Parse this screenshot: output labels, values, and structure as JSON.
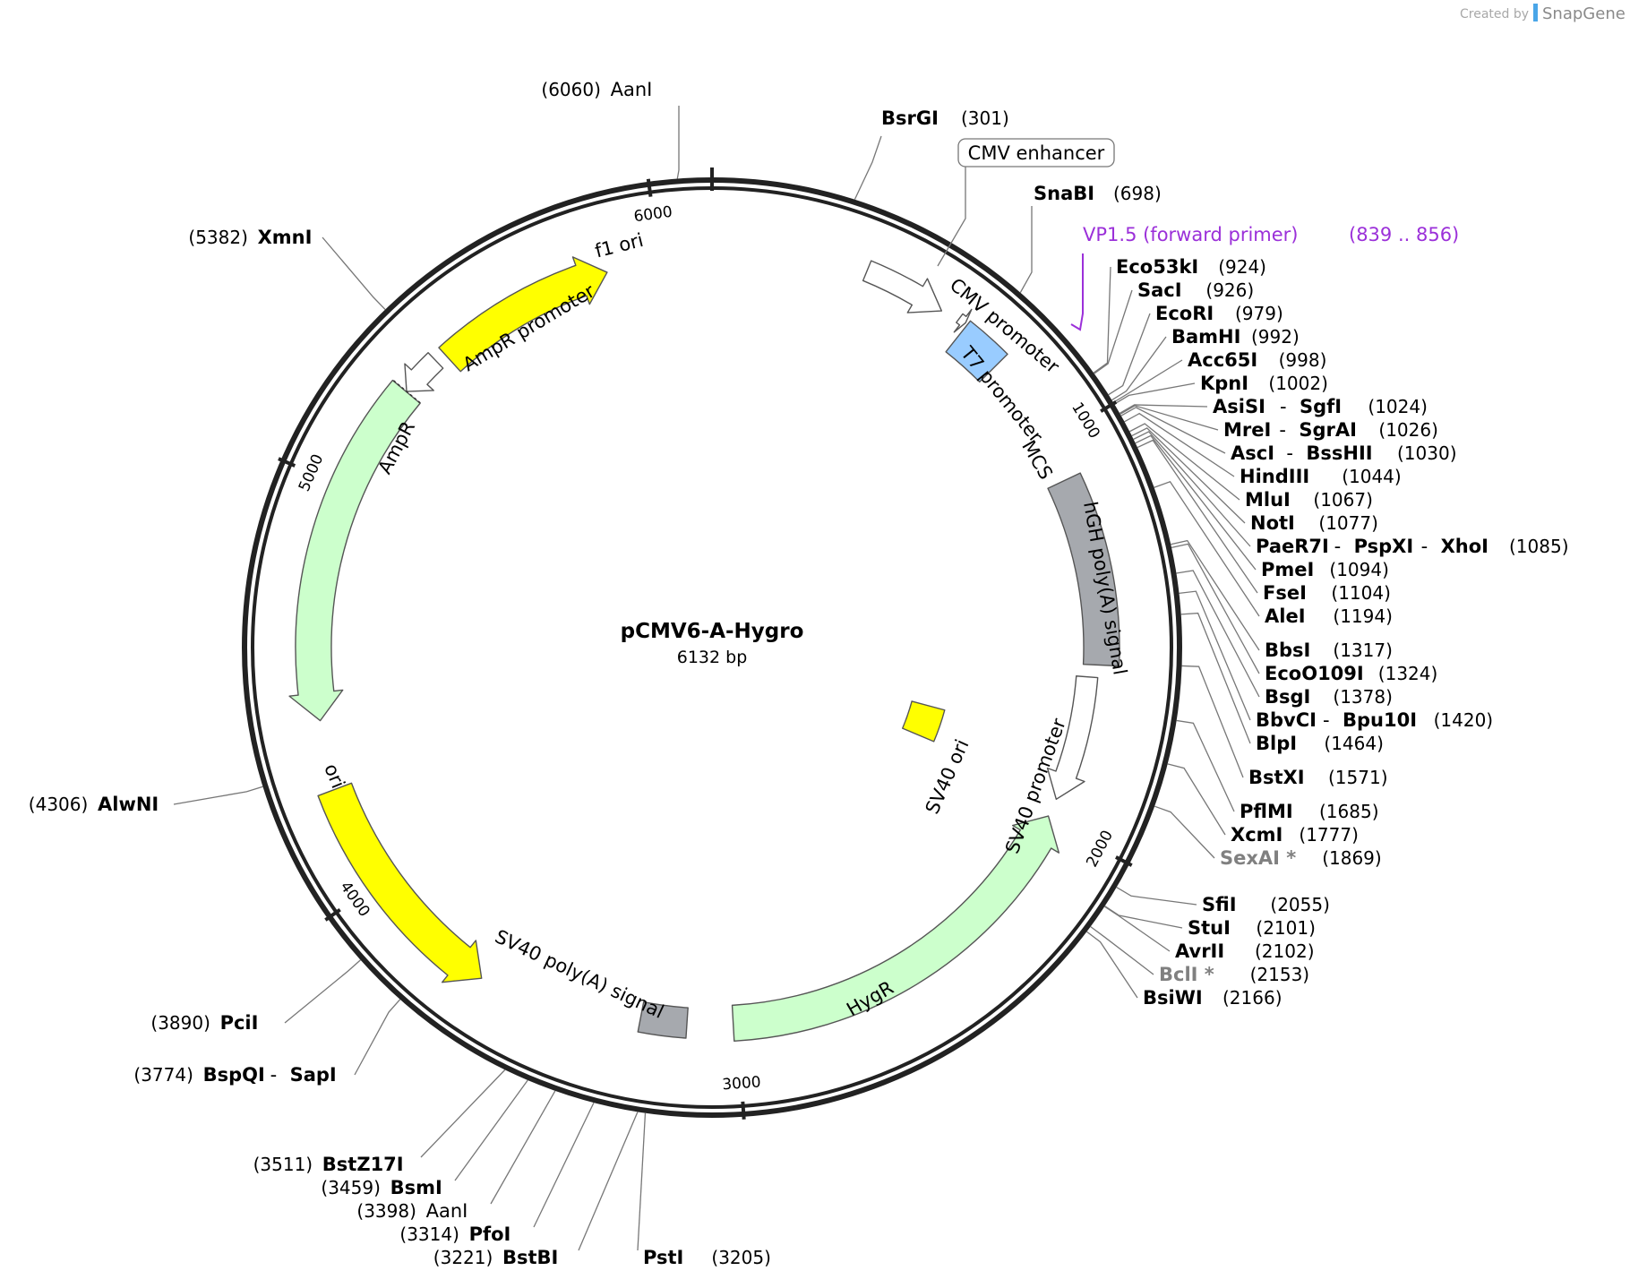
{
  "credit": {
    "created_by": "Created by",
    "brand": "SnapGene"
  },
  "plasmid": {
    "name": "pCMV6-A-Hygro",
    "size_label": "6132 bp",
    "length": 6132
  },
  "ticks": [
    {
      "pos": 1000,
      "label": "1000"
    },
    {
      "pos": 2000,
      "label": "2000"
    },
    {
      "pos": 3000,
      "label": "3000"
    },
    {
      "pos": 4000,
      "label": "4000"
    },
    {
      "pos": 5000,
      "label": "5000"
    },
    {
      "pos": 6000,
      "label": "6000"
    }
  ],
  "features": [
    {
      "name": "CMV enhancer",
      "start": 1,
      "end": 380,
      "shape": "boxed-label"
    },
    {
      "name": "CMV promoter",
      "start": 381,
      "end": 584,
      "shape": "arrow",
      "color": "#ffffff"
    },
    {
      "name": "T7 promoter",
      "start": 629,
      "end": 647,
      "shape": "arrow",
      "color": "#ffffff"
    },
    {
      "name": "MCS",
      "start": 653,
      "end": 770,
      "shape": "box",
      "color": "#99ccff"
    },
    {
      "name": "hGH poly(A) signal",
      "start": 1101,
      "end": 1577,
      "shape": "box",
      "color": "#a6a9ae"
    },
    {
      "name": "SV40 promoter",
      "start": 1609,
      "end": 1938,
      "shape": "arrow",
      "color": "#ffffff"
    },
    {
      "name": "SV40 ori",
      "start": 1789,
      "end": 1924,
      "shape": "box",
      "color": "#ffff00"
    },
    {
      "name": "HygR",
      "start": 1986,
      "end": 3011,
      "shape": "arrow",
      "color": "#ccffcc"
    },
    {
      "name": "SV40 poly(A) signal",
      "start": 3131,
      "end": 3252,
      "shape": "box",
      "color": "#a6a9ae"
    },
    {
      "name": "ori",
      "start": 3660,
      "end": 4248,
      "shape": "arrow",
      "color": "#ffff00"
    },
    {
      "name": "AmpR",
      "start": 4419,
      "end": 5279,
      "shape": "arrow",
      "color": "#ccffcc"
    },
    {
      "name": "AmpR promoter",
      "start": 5280,
      "end": 5384,
      "shape": "arrow",
      "color": "#ffffff"
    },
    {
      "name": "f1 ori",
      "start": 5411,
      "end": 5866,
      "shape": "arrow",
      "color": "#ffff00"
    }
  ],
  "primer": {
    "name": "VP1.5 (forward primer)",
    "range": "(839 .. 856)",
    "color": "#9b30d9"
  },
  "sites": [
    {
      "parts": [
        "BsrGI"
      ],
      "pos": "(301)"
    },
    {
      "parts": [
        "SnaBI"
      ],
      "pos": "(698)"
    },
    {
      "parts": [
        "Eco53kI"
      ],
      "pos": "(924)"
    },
    {
      "parts": [
        "SacI"
      ],
      "pos": "(926)"
    },
    {
      "parts": [
        "EcoRI"
      ],
      "pos": "(979)"
    },
    {
      "parts": [
        "BamHI"
      ],
      "pos": "(992)"
    },
    {
      "parts": [
        "Acc65I"
      ],
      "pos": "(998)"
    },
    {
      "parts": [
        "KpnI"
      ],
      "pos": "(1002)"
    },
    {
      "parts": [
        "AsiSI",
        "SgfI"
      ],
      "pos": "(1024)"
    },
    {
      "parts": [
        "MreI",
        "SgrAI"
      ],
      "pos": "(1026)"
    },
    {
      "parts": [
        "AscI",
        "BssHII"
      ],
      "pos": "(1030)"
    },
    {
      "parts": [
        "HindIII"
      ],
      "pos": "(1044)"
    },
    {
      "parts": [
        "MluI"
      ],
      "pos": "(1067)"
    },
    {
      "parts": [
        "NotI"
      ],
      "pos": "(1077)"
    },
    {
      "parts": [
        "PaeR7I",
        "PspXI",
        "XhoI"
      ],
      "pos": "(1085)"
    },
    {
      "parts": [
        "PmeI"
      ],
      "pos": "(1094)"
    },
    {
      "parts": [
        "FseI"
      ],
      "pos": "(1104)"
    },
    {
      "parts": [
        "AleI"
      ],
      "pos": "(1194)"
    },
    {
      "parts": [
        "BbsI"
      ],
      "pos": "(1317)"
    },
    {
      "parts": [
        "EcoO109I"
      ],
      "pos": "(1324)"
    },
    {
      "parts": [
        "BsgI"
      ],
      "pos": "(1378)"
    },
    {
      "parts": [
        "BbvCI",
        "Bpu10I"
      ],
      "pos": "(1420)"
    },
    {
      "parts": [
        "BlpI"
      ],
      "pos": "(1464)"
    },
    {
      "parts": [
        "BstXI"
      ],
      "pos": "(1571)"
    },
    {
      "parts": [
        "PflMI"
      ],
      "pos": "(1685)"
    },
    {
      "parts": [
        "XcmI"
      ],
      "pos": "(1777)"
    },
    {
      "parts": [
        "SexAI *"
      ],
      "pos": "(1869)",
      "gray": true
    },
    {
      "parts": [
        "SfiI"
      ],
      "pos": "(2055)"
    },
    {
      "parts": [
        "StuI"
      ],
      "pos": "(2101)"
    },
    {
      "parts": [
        "AvrII"
      ],
      "pos": "(2102)"
    },
    {
      "parts": [
        "BclI *"
      ],
      "pos": "(2153)",
      "gray": true
    },
    {
      "parts": [
        "BsiWI"
      ],
      "pos": "(2166)"
    },
    {
      "parts": [
        "PstI"
      ],
      "pos": "(3205)"
    },
    {
      "parts": [
        "BstBI"
      ],
      "pos": "(3221)"
    },
    {
      "parts": [
        "PfoI"
      ],
      "pos": "(3314)"
    },
    {
      "parts": [
        "AanI"
      ],
      "pos": "(3398)",
      "plain": true
    },
    {
      "parts": [
        "BsmI"
      ],
      "pos": "(3459)"
    },
    {
      "parts": [
        "BstZ17I"
      ],
      "pos": "(3511)"
    },
    {
      "parts": [
        "BspQI",
        "SapI"
      ],
      "pos": "(3774)"
    },
    {
      "parts": [
        "PciI"
      ],
      "pos": "(3890)"
    },
    {
      "parts": [
        "AlwNI"
      ],
      "pos": "(4306)"
    },
    {
      "parts": [
        "XmnI"
      ],
      "pos": "(5382)"
    },
    {
      "parts": [
        "AanI"
      ],
      "pos": "(6060)",
      "plain": true
    }
  ]
}
